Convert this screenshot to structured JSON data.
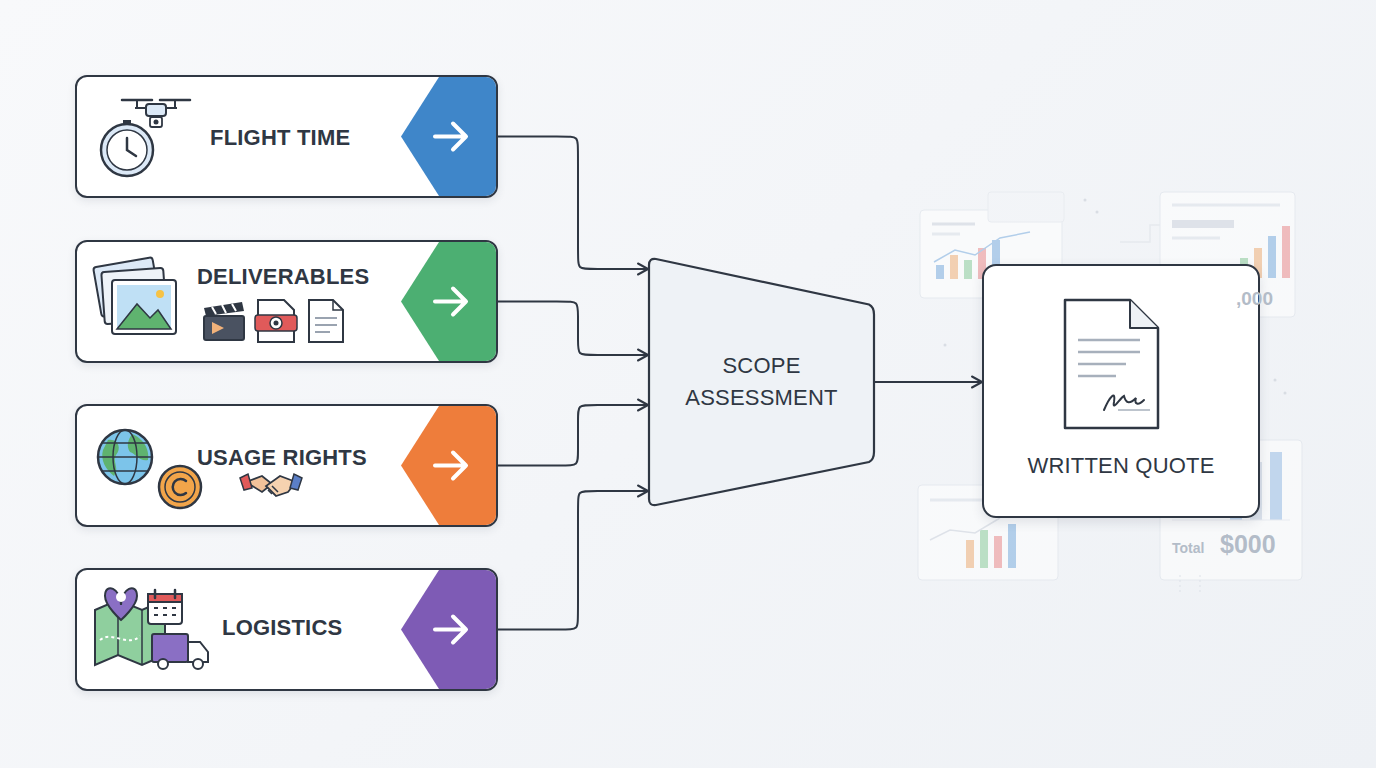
{
  "diagram": {
    "nodes": [
      {
        "text": [
          "FLIGHT TIME"
        ]
      },
      {
        "text": [
          "DELIVERABLES"
        ]
      },
      {
        "text": [
          "USAGE RIGHTS"
        ]
      },
      {
        "text": [
          "LOGISTICS"
        ]
      },
      {
        "text": [
          "SCOPE ASSESSMENT"
        ]
      },
      {
        "text": [
          "WRITTEN QUOTE"
        ]
      }
    ],
    "edges": [
      {
        "from": 0,
        "to": 4,
        "arrow": "to"
      },
      {
        "from": 1,
        "to": 4,
        "arrow": "to"
      },
      {
        "from": 2,
        "to": 4,
        "arrow": "to"
      },
      {
        "from": 3,
        "to": 4,
        "arrow": "to"
      },
      {
        "from": 4,
        "to": 5,
        "arrow": "to"
      }
    ],
    "labels": [
      ",000",
      "Total",
      "$000"
    ]
  }
}
